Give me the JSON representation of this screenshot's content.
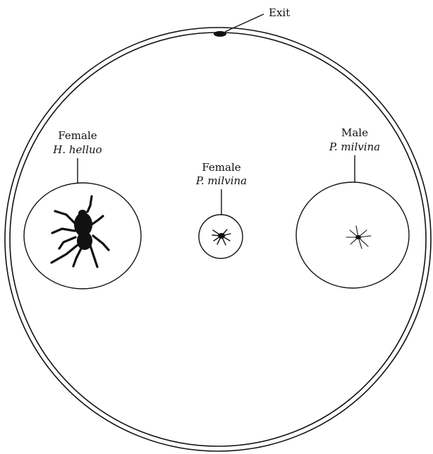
{
  "exit_label": "Exit",
  "chambers": [
    {
      "id": "female-h-helluo",
      "line1": "Female",
      "line2": "H. helluo"
    },
    {
      "id": "female-p-milvina",
      "line1": "Female",
      "line2": "P. milvina"
    },
    {
      "id": "male-p-milvina",
      "line1": "Male",
      "line2": "P. milvina"
    }
  ],
  "colors": {
    "ink": "#111111",
    "background": "#ffffff"
  }
}
